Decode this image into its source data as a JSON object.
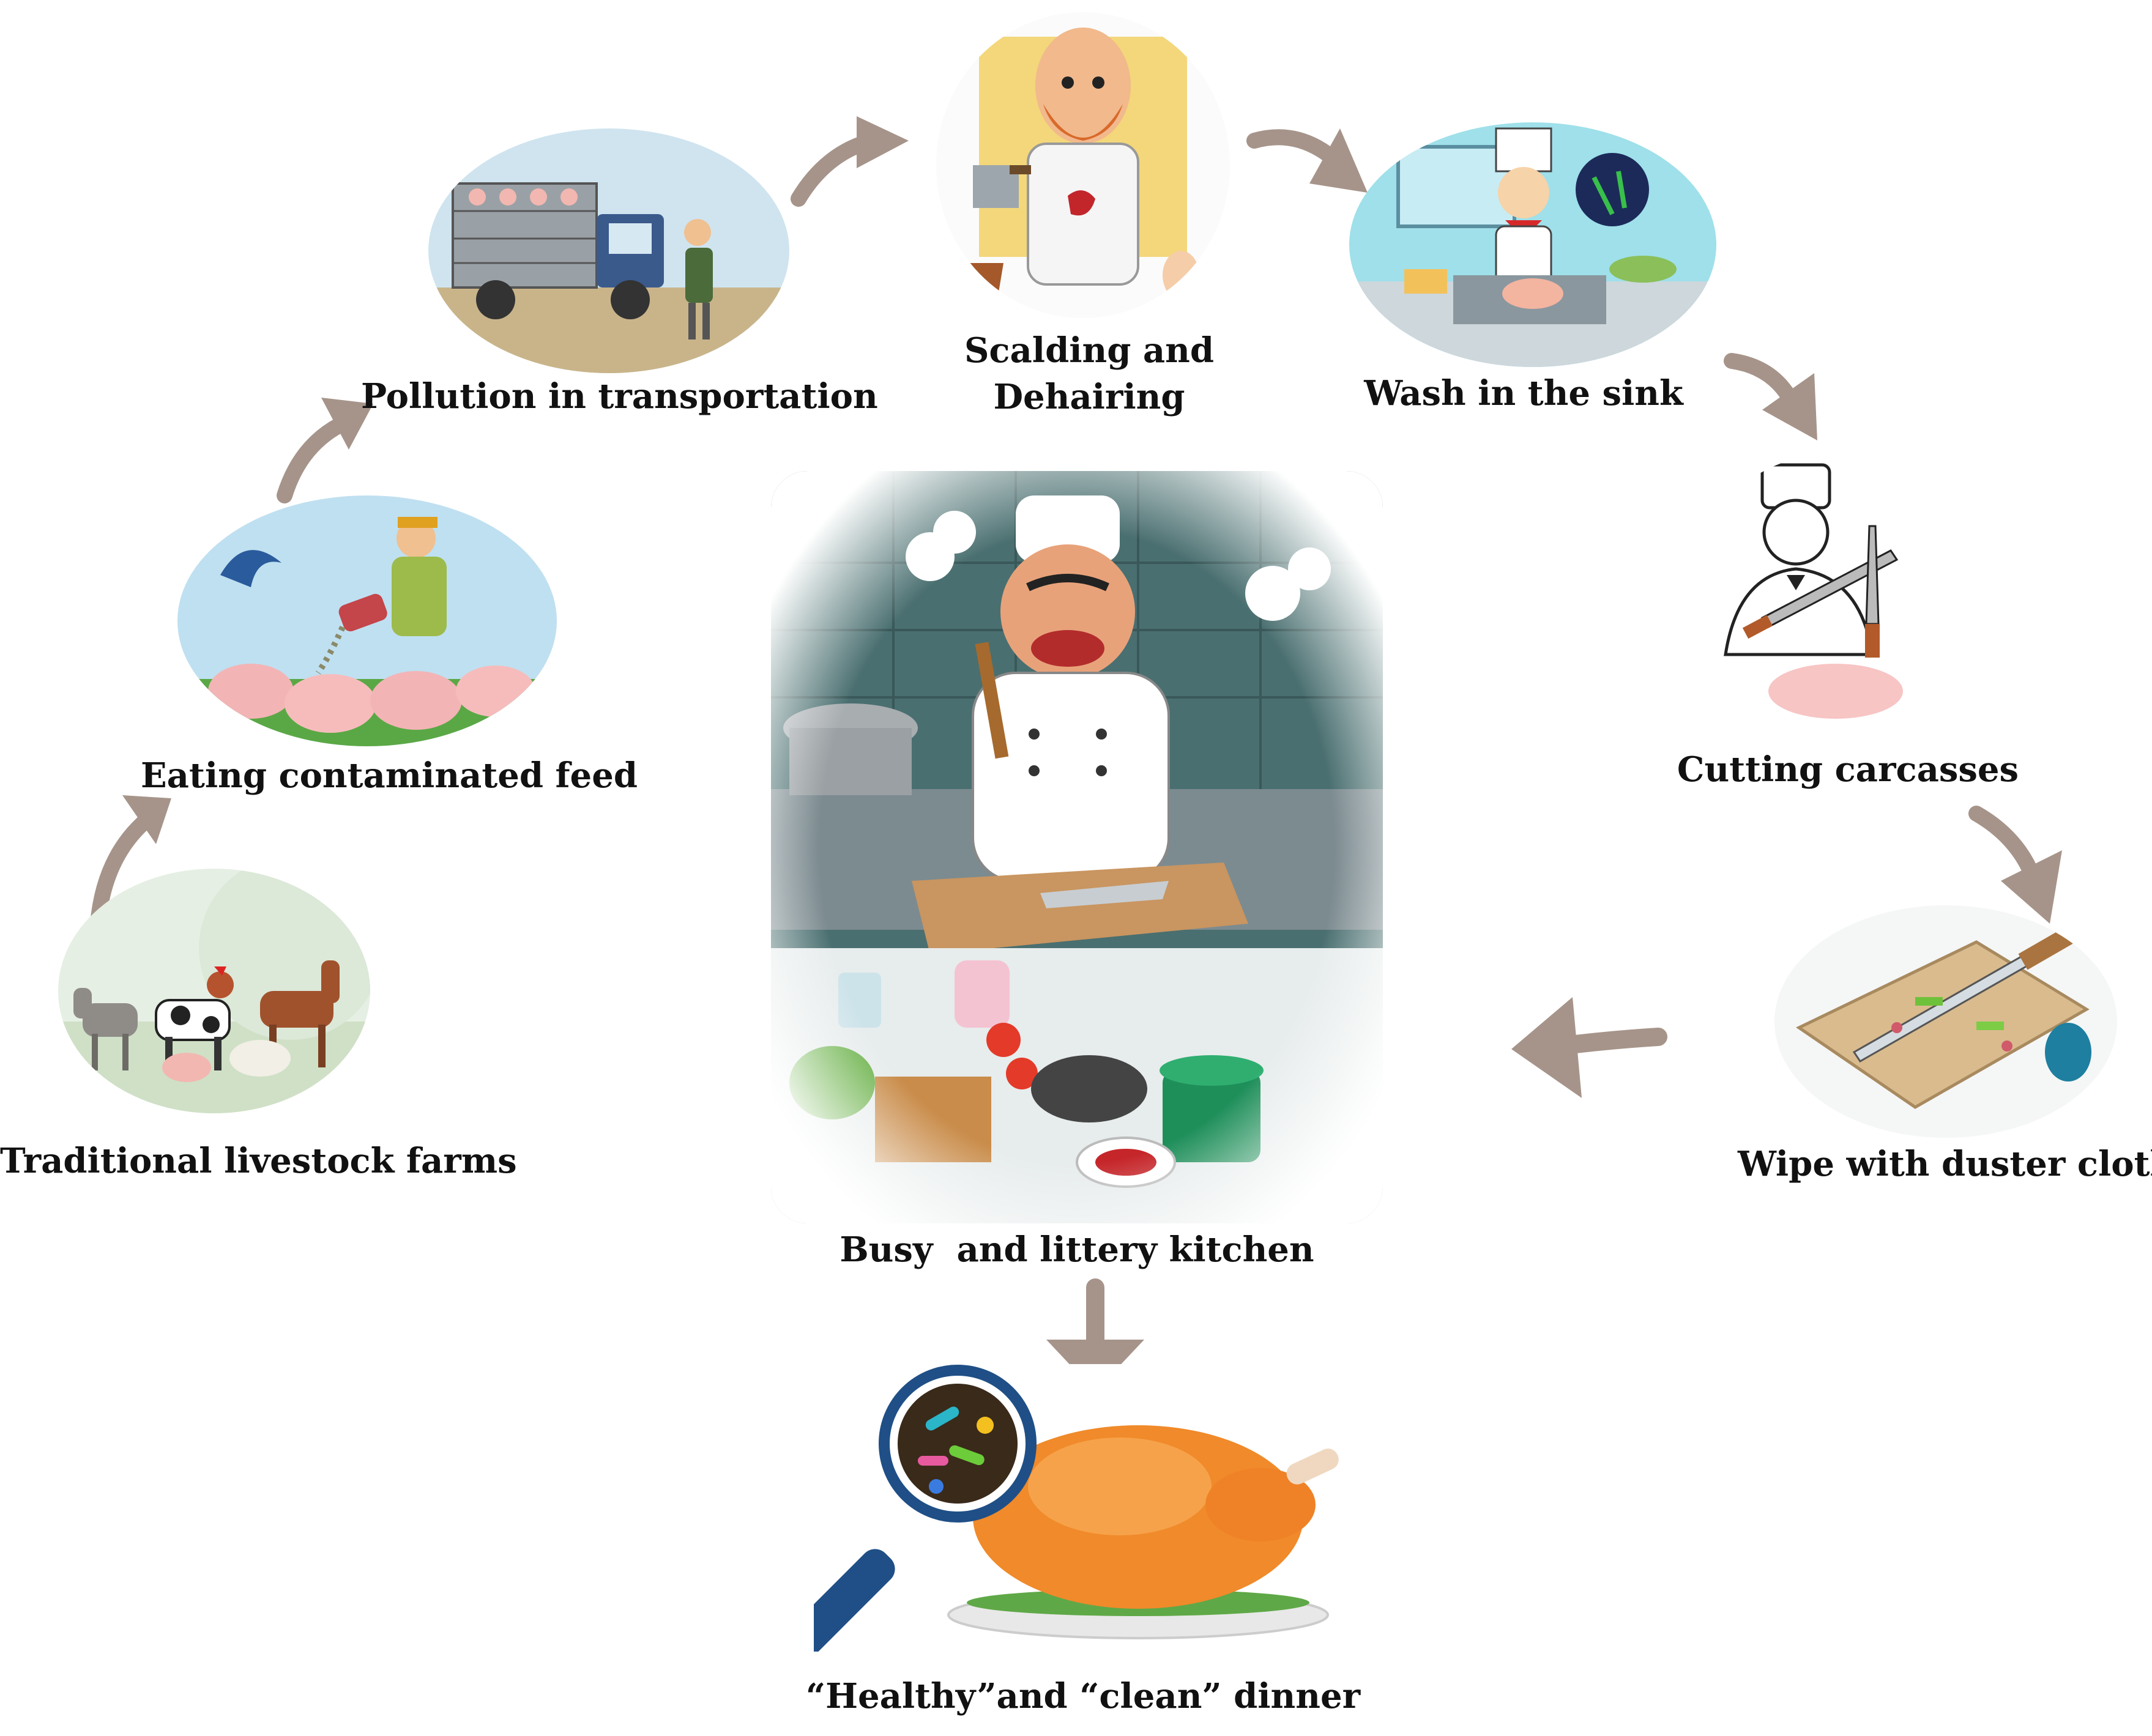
{
  "diagram": {
    "nodes": [
      {
        "id": "farms",
        "label": "Traditional livestock farms",
        "icon": "farm-animals-icon"
      },
      {
        "id": "feed",
        "label": "Eating contaminated feed",
        "icon": "pigs-feeding-icon"
      },
      {
        "id": "transport",
        "label": "Pollution in transportation",
        "icon": "livestock-truck-icon"
      },
      {
        "id": "scalding",
        "label_lines": [
          "Scalding and",
          "Dehairing"
        ],
        "icon": "butcher-icon"
      },
      {
        "id": "sink",
        "label": "Wash in the sink",
        "icon": "sink-washing-icon"
      },
      {
        "id": "cutting",
        "label": "Cutting carcasses",
        "icon": "chef-knives-icon"
      },
      {
        "id": "wipe",
        "label": "Wipe with duster cloth",
        "icon": "cutting-board-icon"
      },
      {
        "id": "kitchen",
        "label": "Busy  and littery kitchen",
        "icon": "messy-kitchen-icon"
      },
      {
        "id": "dinner",
        "label": "“Healthy”and “clean” dinner",
        "icon": "roast-chicken-magnifier-icon"
      }
    ],
    "flow": [
      "farms",
      "feed",
      "transport",
      "scalding",
      "sink",
      "cutting",
      "wipe",
      "kitchen",
      "dinner"
    ],
    "colors": {
      "arrow": "#a6948a",
      "label": "#111111"
    }
  }
}
